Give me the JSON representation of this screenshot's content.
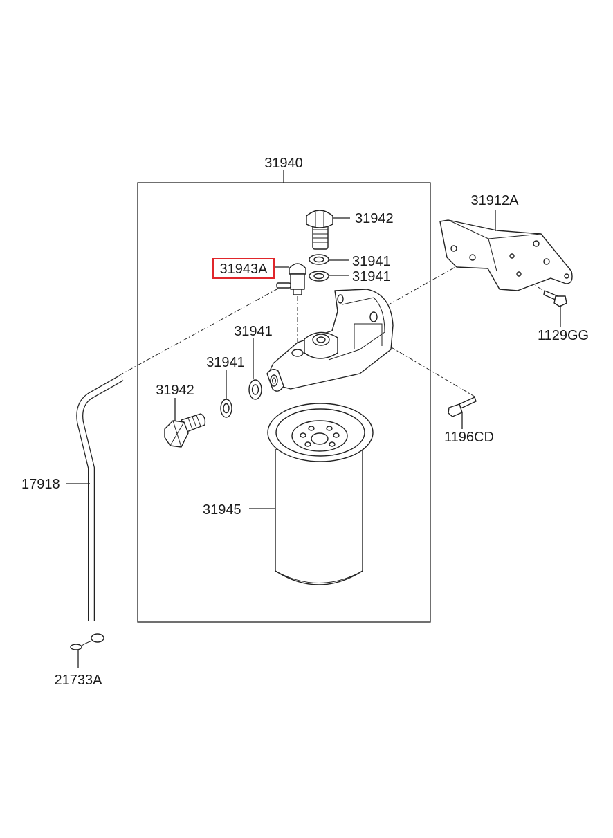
{
  "diagram": {
    "highlight_color": "#e0262b",
    "labels": {
      "assembly": "31940",
      "bolt_top": "31942",
      "washer_top_1": "31941",
      "washer_top_2": "31941",
      "highlighted_fitting": "31943A",
      "bracket": "31912A",
      "bracket_bolt": "1129GG",
      "washer_mid_1": "31941",
      "washer_mid_2": "31941",
      "bolt_side": "31942",
      "mount_bolt": "1196CD",
      "fuel_tube": "17918",
      "filter_cartridge": "31945",
      "clip": "21733A"
    }
  }
}
